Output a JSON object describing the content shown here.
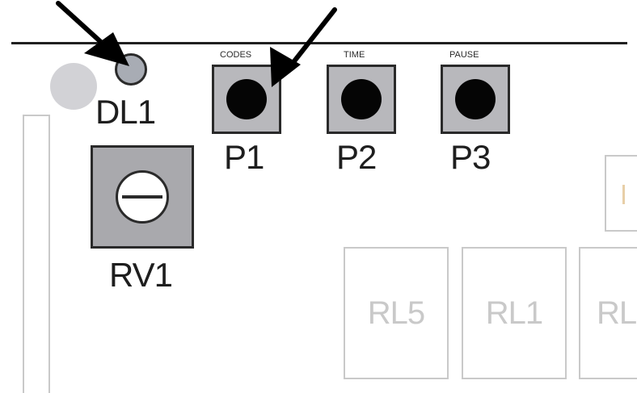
{
  "diagram": {
    "led": {
      "label": "DL1"
    },
    "buttons": [
      {
        "id": "P1",
        "label": "P1",
        "caption": "CODES"
      },
      {
        "id": "P2",
        "label": "P2",
        "caption": "TIME"
      },
      {
        "id": "P3",
        "label": "P3",
        "caption": "PAUSE"
      }
    ],
    "trimmer": {
      "label": "RV1"
    },
    "relays": [
      {
        "label": "RL5"
      },
      {
        "label": "RL1"
      },
      {
        "label": "RL"
      }
    ],
    "colors": {
      "outline": "#2a2a2a",
      "component_fill": "#b8b8bc",
      "button_cap": "#050505",
      "faded_outline": "#c9c9c9",
      "arrow": "#000000"
    }
  }
}
